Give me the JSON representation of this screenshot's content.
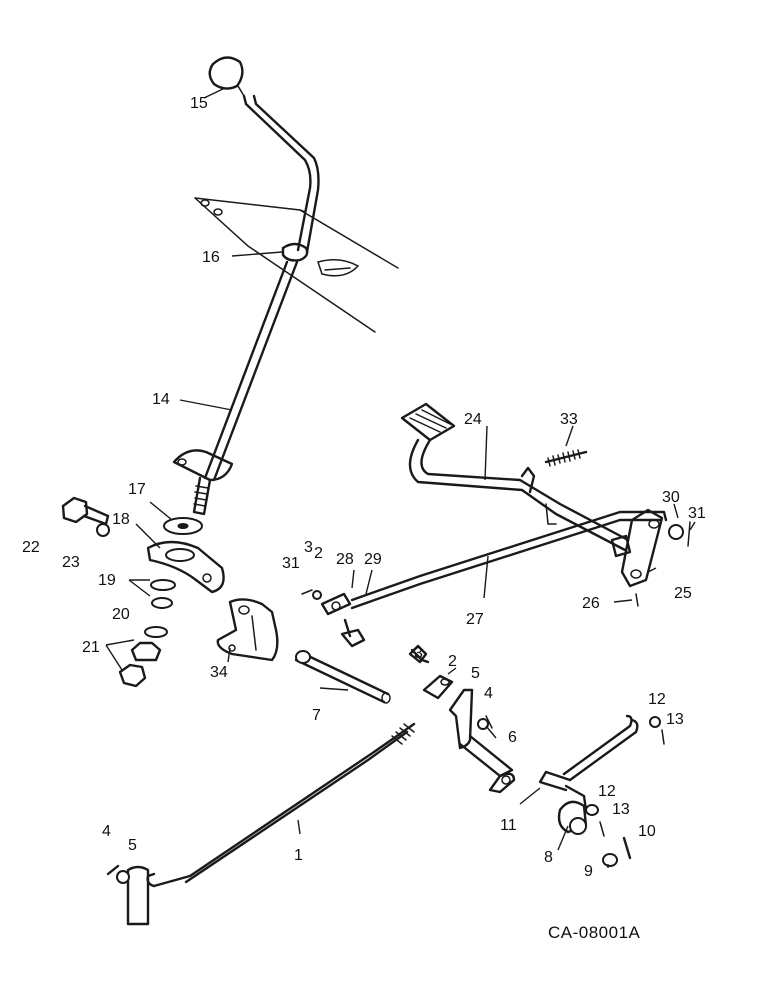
{
  "diagram_code": "CA-08001A",
  "callouts": {
    "c1": "1",
    "c2a": "2",
    "c2b": "2",
    "c3": "3",
    "c4a": "4",
    "c4b": "4",
    "c5a": "5",
    "c5b": "5",
    "c6": "6",
    "c7": "7",
    "c8": "8",
    "c9": "9",
    "c10": "10",
    "c11": "11",
    "c12a": "12",
    "c12b": "12",
    "c13a": "13",
    "c13b": "13",
    "c14": "14",
    "c15": "15",
    "c16": "16",
    "c17": "17",
    "c18": "18",
    "c19": "19",
    "c20": "20",
    "c21": "21",
    "c22": "22",
    "c23": "23",
    "c24": "24",
    "c25": "25",
    "c26": "26",
    "c27": "27",
    "c28": "28",
    "c29": "29",
    "c30": "30",
    "c31a": "31",
    "c31b": "31",
    "c3b": "3",
    "c33": "33",
    "c34": "34"
  }
}
